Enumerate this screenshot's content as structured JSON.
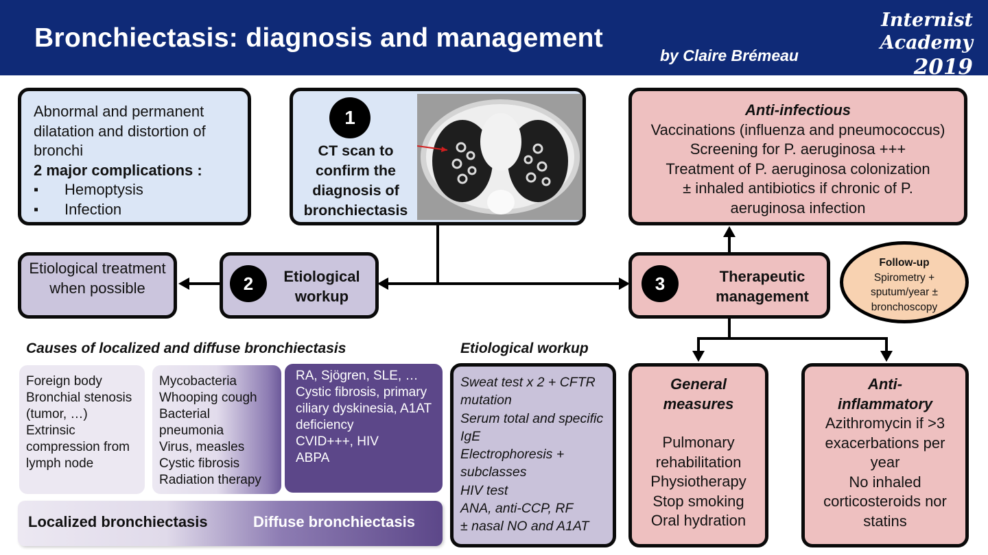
{
  "header": {
    "title": "Bronchiectasis: diagnosis and management",
    "author": "by Claire Brémeau",
    "brand": "Internist Academy",
    "year": "2019"
  },
  "definition": {
    "text": "Abnormal and permanent dilatation and distortion of bronchi",
    "complications_title": "2 major complications :",
    "complications": [
      "Hemoptysis",
      "Infection"
    ]
  },
  "step1": {
    "number": "1",
    "text": "CT scan to confirm the diagnosis of bronchiectasis",
    "image": "chest-ct-scan"
  },
  "step2": {
    "number": "2",
    "title": "Etiological workup"
  },
  "etiological_treatment": {
    "text": "Etiological treatment when possible"
  },
  "step3": {
    "number": "3",
    "title": "Therapeutic management"
  },
  "anti_infectious": {
    "title": "Anti-infectious",
    "lines": [
      "Vaccinations (influenza and pneumococcus)",
      "Screening for P. aeruginosa +++",
      "Treatment of P. aeruginosa colonization",
      "± inhaled antibiotics if chronic of P. aeruginosa infection"
    ]
  },
  "followup": {
    "title": "Follow-up",
    "text": "Spirometry + sputum/year ± bronchoscopy"
  },
  "causes": {
    "heading": "Causes of localized and diffuse bronchiectasis",
    "localized": [
      "Foreign body",
      "Bronchial stenosis (tumor, …)",
      "Extrinsic compression from lymph node"
    ],
    "infectious": [
      "Mycobacteria",
      "Whooping cough",
      "Bacterial pneumonia",
      "Virus, measles",
      "Cystic fibrosis",
      "Radiation therapy"
    ],
    "systemic": [
      "RA, Sjögren, SLE, …",
      "Cystic fibrosis, primary ciliary dyskinesia, A1AT deficiency",
      "CVID+++, HIV",
      "ABPA"
    ],
    "label_localized": "Localized bronchiectasis",
    "label_diffuse": "Diffuse bronchiectasis"
  },
  "workup": {
    "heading": "Etiological workup",
    "items": [
      "Sweat test x 2 + CFTR mutation",
      "Serum total and specific IgE",
      "Electrophoresis + subclasses",
      "HIV test",
      "ANA, anti-CCP, RF",
      "± nasal NO and A1AT"
    ]
  },
  "general_measures": {
    "title": "General measures",
    "items": [
      "Pulmonary rehabilitation",
      "Physiotherapy",
      "Stop smoking",
      "Oral hydration"
    ]
  },
  "anti_inflammatory": {
    "title": "Anti-inflammatory",
    "items": [
      "Azithromycin if >3 exacerbations per year",
      "No inhaled corticosteroids nor statins"
    ]
  },
  "colors": {
    "header_bg": "#0f2a77",
    "blue_box": "#dbe6f6",
    "lavender_box": "#cbc5dd",
    "pink_box": "#eec0c0",
    "followup_bg": "#f8d2b1",
    "purple_gradient_dark": "#5c4789"
  }
}
